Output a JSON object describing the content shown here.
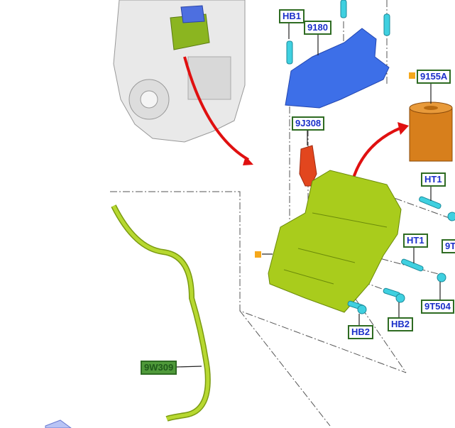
{
  "callouts": {
    "hb1": "HB1",
    "c9180": "9180",
    "c9155a": "9155A",
    "c9j308": "9J308",
    "ht1_top": "HT1",
    "c9t_cut": "9T",
    "ht1_mid": "HT1",
    "c9t504": "9T504",
    "hb2_left": "HB2",
    "hb2_right": "HB2",
    "c9w309": "9W309"
  },
  "colors": {
    "label_text": "#1b2fc9",
    "label_border": "#2e6b22",
    "selected_fill": "#4f9a3a",
    "marker": "#f5a81c"
  }
}
